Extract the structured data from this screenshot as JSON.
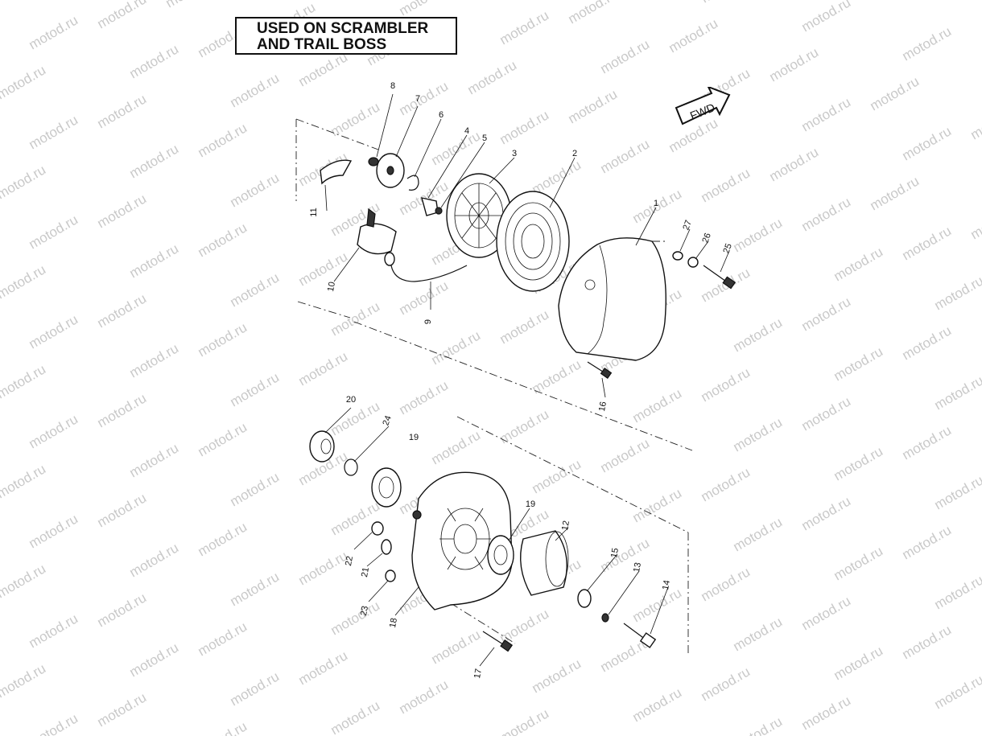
{
  "title": {
    "line1": "USED ON SCRAMBLER",
    "line2": "AND TRAIL BOSS"
  },
  "direction_label": "FWD",
  "watermark": "motod.ru",
  "callouts": [
    "1",
    "2",
    "3",
    "4",
    "5",
    "6",
    "7",
    "8",
    "9",
    "10",
    "11",
    "12",
    "13",
    "14",
    "15",
    "16",
    "17",
    "18",
    "19",
    "19",
    "20",
    "21",
    "22",
    "23",
    "24",
    "25",
    "26",
    "27"
  ]
}
